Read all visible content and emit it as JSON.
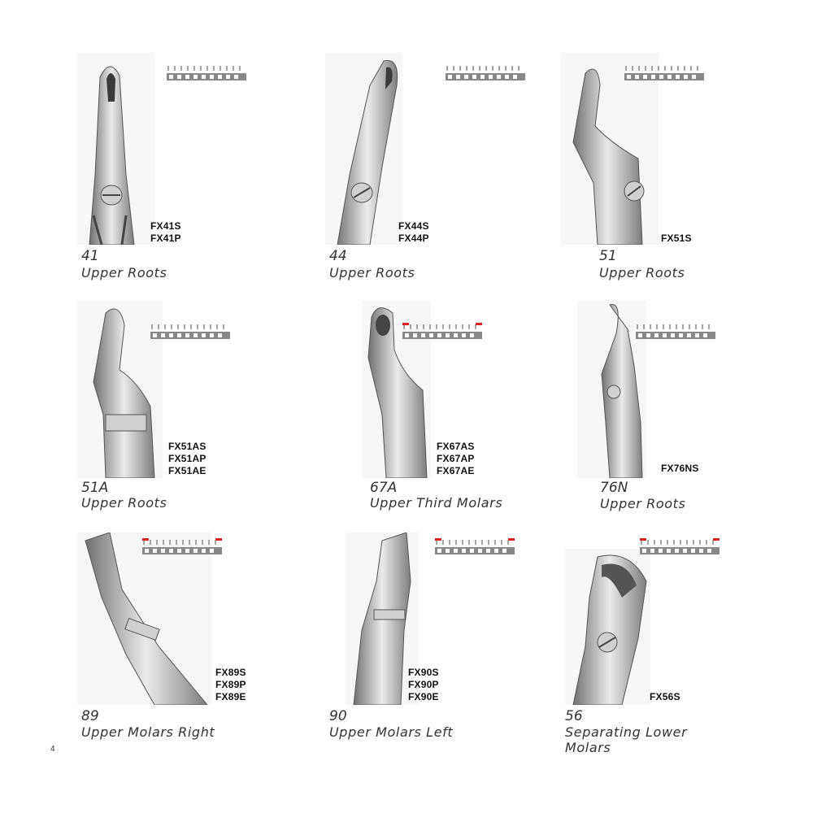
{
  "page_number": "4",
  "items": [
    {
      "number": "41",
      "codes": [
        "FX41S",
        "FX41P"
      ],
      "description": "Upper Roots",
      "icon": "forceps-straight-icon",
      "scale_marked": false
    },
    {
      "number": "44",
      "codes": [
        "FX44S",
        "FX44P"
      ],
      "description": "Upper Roots",
      "icon": "forceps-curved-icon",
      "scale_marked": false
    },
    {
      "number": "51",
      "codes": [
        "FX51S"
      ],
      "description": "Upper Roots",
      "icon": "forceps-bayonet-icon",
      "scale_marked": false
    },
    {
      "number": "51A",
      "codes": [
        "FX51AS",
        "FX51AP",
        "FX51AE"
      ],
      "description": "Upper Roots",
      "icon": "forceps-bayonet-icon",
      "scale_marked": false
    },
    {
      "number": "67A",
      "codes": [
        "FX67AS",
        "FX67AP",
        "FX67AE"
      ],
      "description": "Upper Third Molars",
      "icon": "forceps-bayonet-icon",
      "scale_marked": true
    },
    {
      "number": "76N",
      "codes": [
        "FX76NS"
      ],
      "description": "Upper Roots",
      "icon": "forceps-curved-icon",
      "scale_marked": false
    },
    {
      "number": "89",
      "codes": [
        "FX89S",
        "FX89P",
        "FX89E"
      ],
      "description": "Upper Molars Right",
      "icon": "forceps-molar-icon",
      "scale_marked": true
    },
    {
      "number": "90",
      "codes": [
        "FX90S",
        "FX90P",
        "FX90E"
      ],
      "description": "Upper Molars Left",
      "icon": "forceps-molar-icon",
      "scale_marked": true
    },
    {
      "number": "56",
      "codes": [
        "FX56S"
      ],
      "description": "Separating Lower Molars",
      "icon": "forceps-lower-icon",
      "scale_marked": true
    }
  ]
}
